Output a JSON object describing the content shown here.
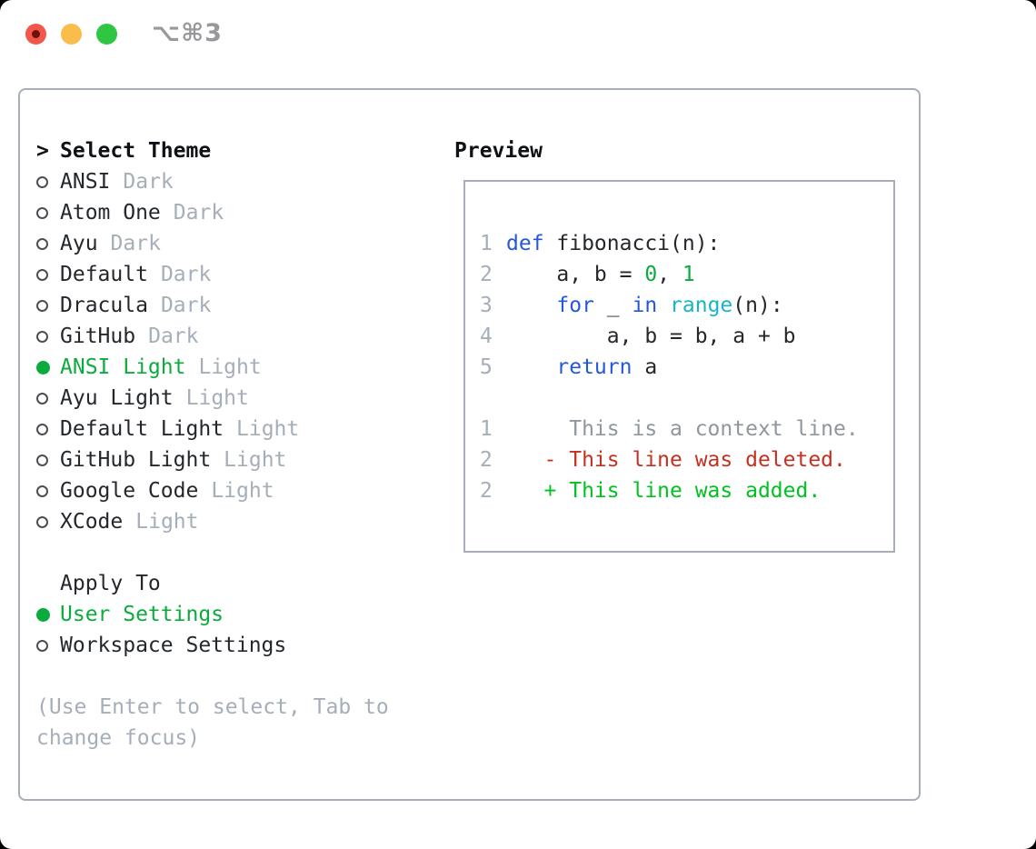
{
  "titlebar": {
    "shortcut_label": "⌥⌘3",
    "buttons": [
      {
        "name": "close",
        "color": "#f1574b",
        "inner_dot": "#6d120b"
      },
      {
        "name": "minimize",
        "color": "#f8bd4a"
      },
      {
        "name": "zoom",
        "color": "#2ec642"
      }
    ]
  },
  "theme_picker": {
    "header": {
      "prompt": ">",
      "label": "Select Theme"
    },
    "themes": [
      {
        "name": "ANSI",
        "variant": "Dark",
        "selected": false
      },
      {
        "name": "Atom One",
        "variant": "Dark",
        "selected": false
      },
      {
        "name": "Ayu",
        "variant": "Dark",
        "selected": false
      },
      {
        "name": "Default",
        "variant": "Dark",
        "selected": false
      },
      {
        "name": "Dracula",
        "variant": "Dark",
        "selected": false
      },
      {
        "name": "GitHub",
        "variant": "Dark",
        "selected": false
      },
      {
        "name": "ANSI Light",
        "variant": "Light",
        "selected": true
      },
      {
        "name": "Ayu Light",
        "variant": "Light",
        "selected": false
      },
      {
        "name": "Default Light",
        "variant": "Light",
        "selected": false
      },
      {
        "name": "GitHub Light",
        "variant": "Light",
        "selected": false
      },
      {
        "name": "Google Code",
        "variant": "Light",
        "selected": false
      },
      {
        "name": "XCode",
        "variant": "Light",
        "selected": false
      }
    ],
    "apply_to": {
      "label": "Apply To",
      "options": [
        {
          "name": "User Settings",
          "selected": true
        },
        {
          "name": "Workspace Settings",
          "selected": false
        }
      ]
    },
    "help_lines": [
      "(Use Enter to select, Tab to",
      "change focus)"
    ]
  },
  "preview": {
    "label": "Preview",
    "lines": [
      {
        "num": "1",
        "segments": [
          {
            "t": "def",
            "c": "kw"
          },
          {
            "t": " fibonacci(n):",
            "c": "fg"
          }
        ]
      },
      {
        "num": "2",
        "segments": [
          {
            "t": "    a, b = ",
            "c": "fg"
          },
          {
            "t": "0",
            "c": "num"
          },
          {
            "t": ", ",
            "c": "fg"
          },
          {
            "t": "1",
            "c": "num"
          }
        ]
      },
      {
        "num": "3",
        "segments": [
          {
            "t": "    ",
            "c": "fg"
          },
          {
            "t": "for",
            "c": "kw"
          },
          {
            "t": " _ ",
            "c": "fg"
          },
          {
            "t": "in",
            "c": "kw"
          },
          {
            "t": " ",
            "c": "fg"
          },
          {
            "t": "range",
            "c": "fn"
          },
          {
            "t": "(n):",
            "c": "fg"
          }
        ]
      },
      {
        "num": "4",
        "segments": [
          {
            "t": "        a, b = b, a + b",
            "c": "fg"
          }
        ]
      },
      {
        "num": "5",
        "segments": [
          {
            "t": "    ",
            "c": "fg"
          },
          {
            "t": "return",
            "c": "kw"
          },
          {
            "t": " a",
            "c": "fg"
          }
        ]
      },
      {
        "num": "",
        "segments": []
      },
      {
        "num": "1",
        "segments": [
          {
            "t": "     This is a context line.",
            "c": "ctx"
          }
        ]
      },
      {
        "num": "2",
        "segments": [
          {
            "t": "   - This line was deleted.",
            "c": "del"
          }
        ]
      },
      {
        "num": "2",
        "segments": [
          {
            "t": "   + This line was added.",
            "c": "add"
          }
        ]
      }
    ]
  },
  "colors": {
    "accent_green": "#0cab3e",
    "added_green": "#00c220",
    "deleted_red": "#c5301f",
    "keyword_blue": "#2458da",
    "builtin_cyan": "#17b5c9",
    "muted_gray": "#a5aeb9",
    "context_gray": "#8e969e",
    "foreground": "#24282d",
    "panel_border": "#a8aeb9"
  }
}
